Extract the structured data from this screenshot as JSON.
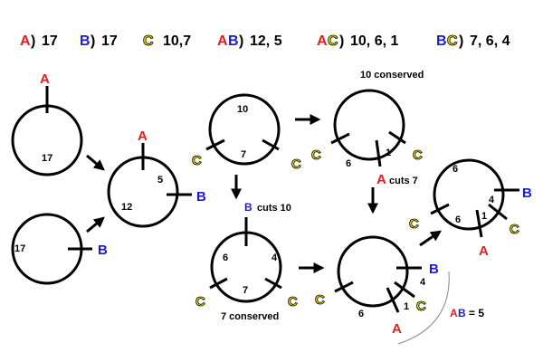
{
  "colors": {
    "enzyme_a": "#e02020",
    "enzyme_b": "#1c1cc8",
    "enzyme_c": "#f5e600",
    "enzyme_c_stroke": "#000000",
    "ink": "#000000"
  },
  "legend": {
    "a": {
      "letter": "A",
      "sizes": "17"
    },
    "b": {
      "letter": "B",
      "sizes": "17"
    },
    "c": {
      "letter": "C",
      "sizes": "10,7"
    },
    "ab": {
      "letter1": "A",
      "letter2": "B",
      "sizes": "12, 5"
    },
    "ac": {
      "letter1": "A",
      "letter2": "C",
      "sizes": "10, 6, 1"
    },
    "bc": {
      "letter1": "B",
      "letter2": "C",
      "sizes": "7, 6, 4"
    }
  },
  "labels": {
    "a": "A",
    "b": "B",
    "c": "C"
  },
  "circles": {
    "a_only": {
      "fragment": "17"
    },
    "b_only": {
      "fragment": "17"
    },
    "ab": {
      "frag_big": "12",
      "frag_small": "5"
    },
    "c_only": {
      "frag_top": "10",
      "frag_bottom": "7"
    },
    "ac": {
      "frag_6": "6",
      "frag_1": "1"
    },
    "bc": {
      "frag_6": "6",
      "frag_4": "4",
      "frag_7": "7"
    },
    "abc": {
      "frag_6": "6",
      "frag_4": "4",
      "frag_1": "1"
    },
    "abc_alt": {
      "frag_6": "6",
      "frag_4": "4",
      "frag_1": "1"
    }
  },
  "annotations": {
    "ten_conserved": "10 conserved",
    "a_cuts_7": "cuts 7",
    "b_cuts_10": "cuts 10",
    "seven_conserved": "7 conserved",
    "ab_eq": "= 5"
  }
}
